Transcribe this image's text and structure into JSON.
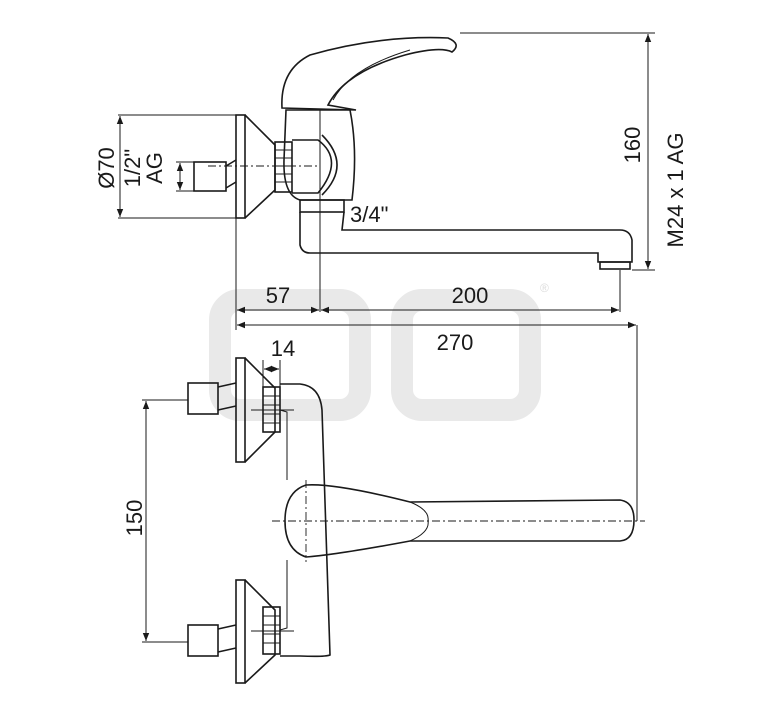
{
  "title": "Wall-mounted single-lever mixer dimension drawing",
  "watermark": {
    "color": "#e8e8e8",
    "registered_mark": "®"
  },
  "colors": {
    "line": "#1a1a1a",
    "background": "#ffffff"
  },
  "dimensions": {
    "flange_diameter": "Ø70",
    "inlet_thread": "1/2\"",
    "inlet_thread_type": "AG",
    "spout_thread": "3/4\"",
    "wall_to_axis": "57",
    "spout_reach": "200",
    "total_length": "270",
    "height": "160",
    "aerator_thread": "M24 x 1 AG",
    "nut_width": "14",
    "inlet_spacing": "150"
  }
}
